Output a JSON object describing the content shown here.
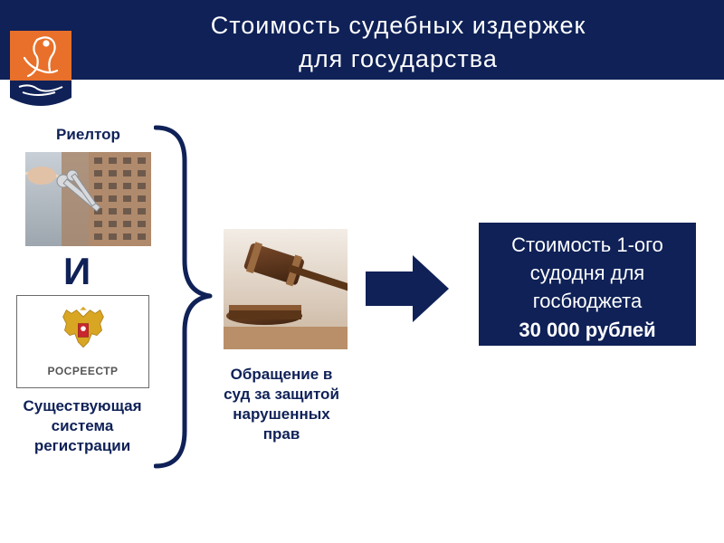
{
  "slide": {
    "title_lines": [
      "Стоимость судебных издержек",
      "для государства"
    ],
    "left_column": {
      "realtor_label": "Риелтор",
      "conjunction": "И",
      "rosreestr_logo_text": "РОСРЕЕСТР",
      "registry_label_lines": [
        "Существующая",
        "система",
        "регистрации"
      ]
    },
    "middle_column": {
      "court_label_lines": [
        "Обращение в",
        "суд за защитой",
        "нарушенных",
        "прав"
      ]
    },
    "result_box": {
      "lines": [
        "Стоимость 1-ого",
        "судодня для",
        "госбюджета"
      ],
      "amount": "30 000 рублей"
    },
    "colors": {
      "navy": "#0f2157",
      "logo_orange": "#e8702a"
    },
    "icons": [
      "owl-logo-icon",
      "keys-building-photo",
      "russian-eagle-emblem-icon",
      "gavel-photo",
      "right-arrow-icon",
      "curly-brace"
    ]
  }
}
